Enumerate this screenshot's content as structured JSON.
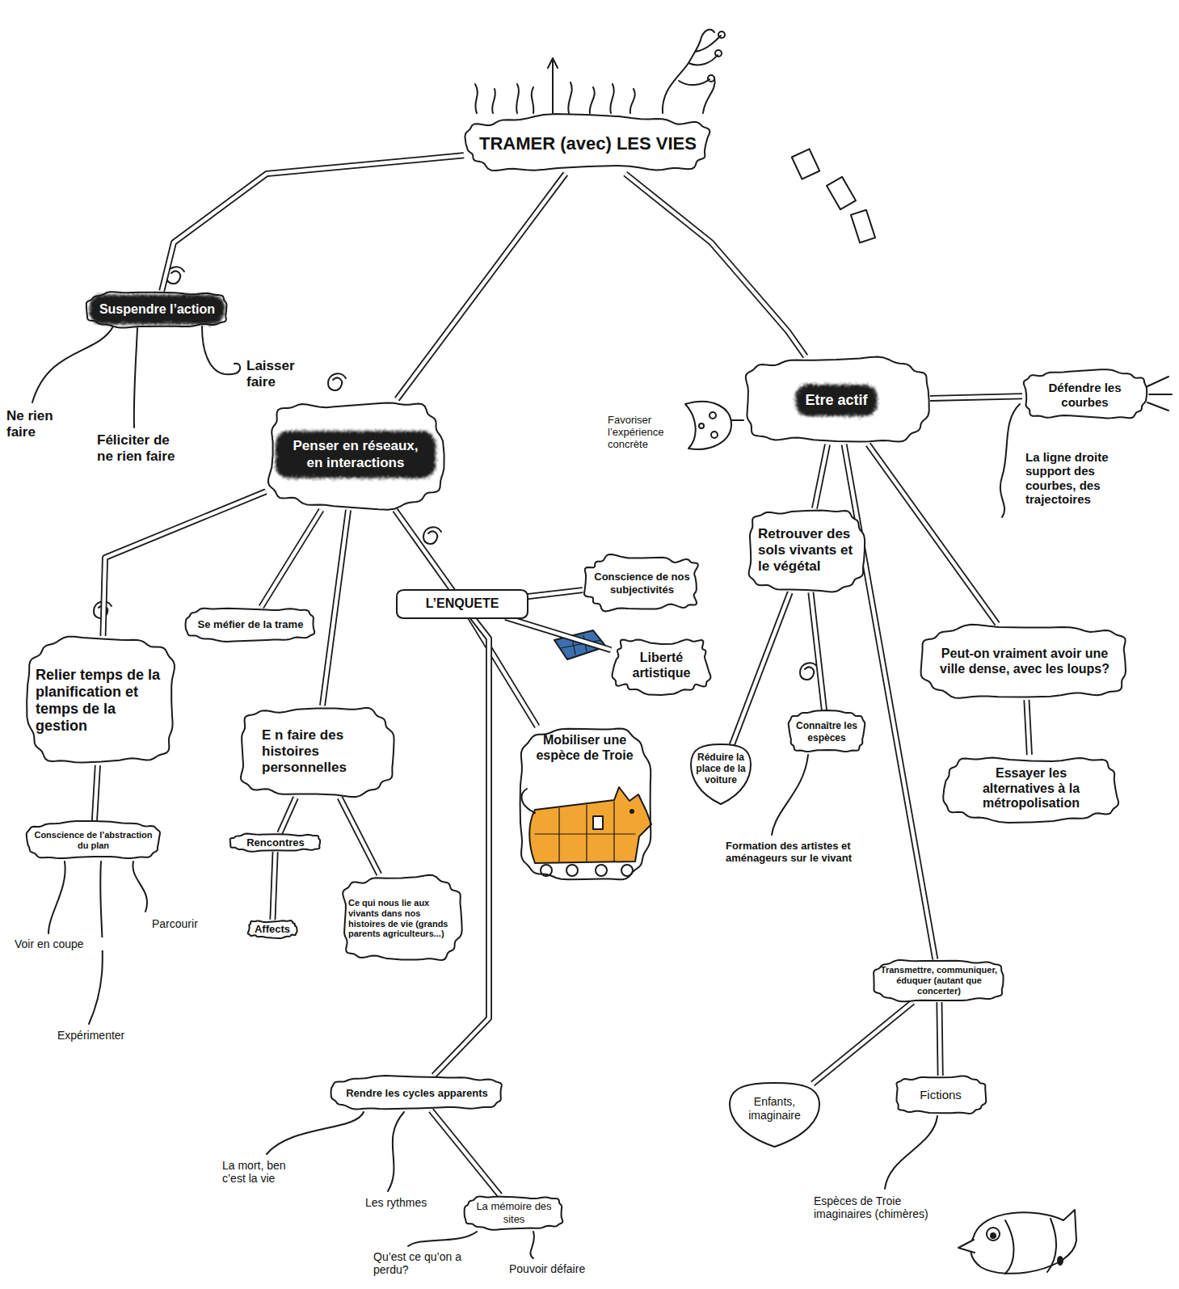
{
  "diagram": {
    "nodes": [
      {
        "text": [
          "TRAMER (avec) LES VIES"
        ]
      },
      {
        "text": [
          "Suspendre l’action"
        ]
      },
      {
        "text": [
          "Penser en réseaux, en interactions"
        ]
      },
      {
        "text": [
          "Etre actif"
        ]
      },
      {
        "text": [
          "Relier temps de la planification et temps de la gestion"
        ]
      },
      {
        "text": [
          "Se méfier de la trame"
        ]
      },
      {
        "text": [
          "E n faire des histoires personnelles"
        ]
      },
      {
        "text": [
          "L’ENQUETE"
        ]
      },
      {
        "text": [
          "Conscience de nos subjectivités"
        ]
      },
      {
        "text": [
          "Liberté artistique"
        ]
      },
      {
        "text": [
          "Mobiliser une espèce de Troie"
        ]
      },
      {
        "text": [
          "Conscience de l’abstraction du plan"
        ]
      },
      {
        "text": [
          "Rencontres"
        ]
      },
      {
        "text": [
          "Affects"
        ]
      },
      {
        "text": [
          "Ce qui nous lie aux vivants dans nos histoires de vie (grands parents agriculteurs...)"
        ]
      },
      {
        "text": [
          "Rendre les cycles apparents"
        ]
      },
      {
        "text": [
          "La mémoire des sites"
        ]
      },
      {
        "text": [
          "Retrouver des sols vivants et le végétal"
        ]
      },
      {
        "text": [
          "Défendre les courbes"
        ]
      },
      {
        "text": [
          "Peut-on vraiment avoir une ville dense, avec les loups?"
        ]
      },
      {
        "text": [
          "Essayer les alternatives à la métropolisation"
        ]
      },
      {
        "text": [
          "Réduire la place de la voiture"
        ]
      },
      {
        "text": [
          "Connaître les espèces"
        ]
      },
      {
        "text": [
          "Transmettre, communiquer, éduquer (autant que concerter)"
        ]
      },
      {
        "text": [
          "Enfants, imaginaire"
        ]
      },
      {
        "text": [
          "Fictions"
        ]
      }
    ],
    "edges": [
      {
        "from": 0,
        "to": 1,
        "arrow": "none"
      },
      {
        "from": 0,
        "to": 2,
        "arrow": "none"
      },
      {
        "from": 0,
        "to": 3,
        "arrow": "none"
      },
      {
        "from": 2,
        "to": 4,
        "arrow": "none"
      },
      {
        "from": 2,
        "to": 5,
        "arrow": "none"
      },
      {
        "from": 2,
        "to": 6,
        "arrow": "none"
      },
      {
        "from": 2,
        "to": 7,
        "arrow": "none"
      },
      {
        "from": 4,
        "to": 11,
        "arrow": "none"
      },
      {
        "from": 6,
        "to": 12,
        "arrow": "none"
      },
      {
        "from": 12,
        "to": 13,
        "arrow": "none"
      },
      {
        "from": 6,
        "to": 14,
        "arrow": "none"
      },
      {
        "from": 7,
        "to": 8,
        "arrow": "none"
      },
      {
        "from": 7,
        "to": 9,
        "arrow": "none"
      },
      {
        "from": 7,
        "to": 10,
        "arrow": "none"
      },
      {
        "from": 7,
        "to": 15,
        "arrow": "none"
      },
      {
        "from": 15,
        "to": 16,
        "arrow": "none"
      },
      {
        "from": 3,
        "to": 17,
        "arrow": "none"
      },
      {
        "from": 3,
        "to": 18,
        "arrow": "none"
      },
      {
        "from": 3,
        "to": 19,
        "arrow": "none"
      },
      {
        "from": 19,
        "to": 20,
        "arrow": "none"
      },
      {
        "from": 17,
        "to": 21,
        "arrow": "none"
      },
      {
        "from": 17,
        "to": 22,
        "arrow": "none"
      },
      {
        "from": 3,
        "to": 23,
        "arrow": "none"
      },
      {
        "from": 23,
        "to": 24,
        "arrow": "none"
      },
      {
        "from": 23,
        "to": 25,
        "arrow": "none"
      }
    ],
    "labels": [
      "Ne rien faire",
      "Féliciter de ne rien faire",
      "Laisser faire",
      "Voir en coupe",
      "Parcourir",
      "Expérimenter",
      "La mort, ben c’est la vie",
      "Les rythmes",
      "Qu’est ce qu’on a perdu?",
      "Pouvoir défaire",
      "Favoriser l’expérience concrète",
      "La ligne droite support des courbes, des trajectoires",
      "Formation des artistes et aménageurs sur le vivant",
      "Espèces de Troie imaginaires (chimères)"
    ]
  }
}
